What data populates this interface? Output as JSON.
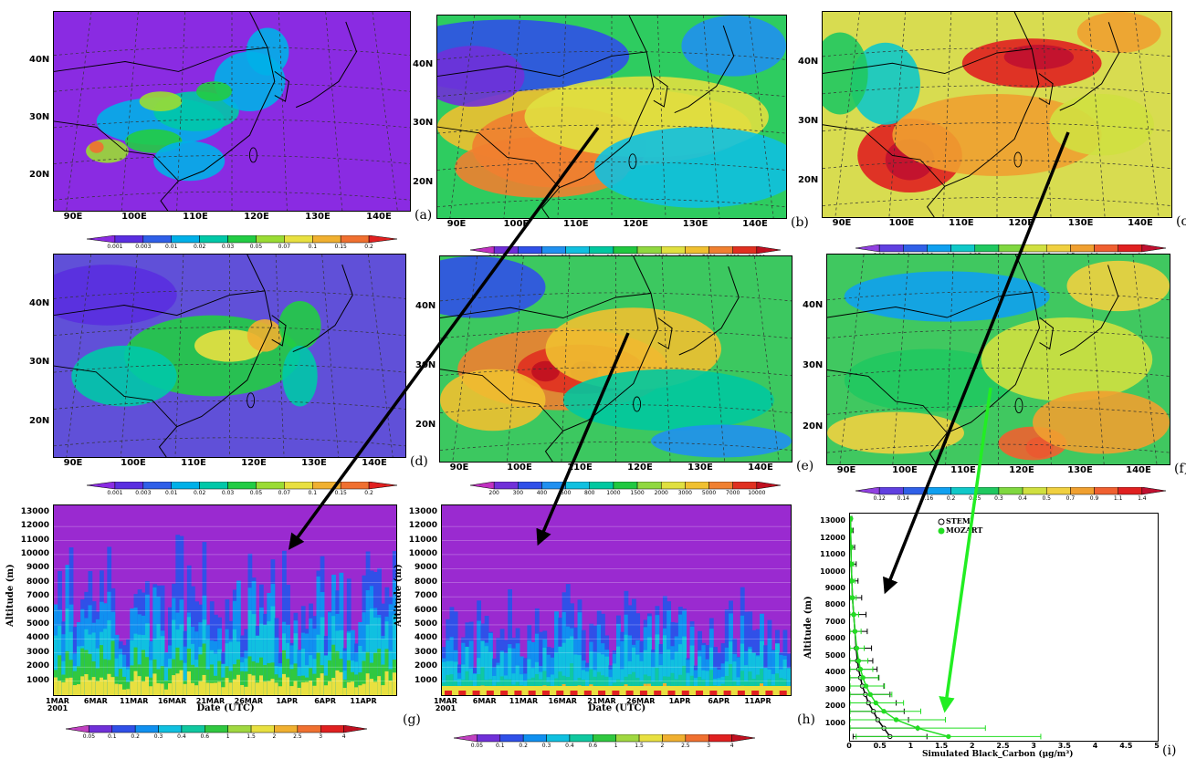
{
  "maps": {
    "a": {
      "label": "(a)",
      "lat_labels": [
        "40N",
        "30N",
        "20N"
      ],
      "lon_labels": [
        "90E",
        "100E",
        "110E",
        "120E",
        "130E",
        "140E"
      ],
      "palette": "a"
    },
    "b": {
      "label": "(b)",
      "lat_labels": [
        "40N",
        "30N",
        "20N"
      ],
      "lon_labels": [
        "90E",
        "100E",
        "110E",
        "120E",
        "130E",
        "140E"
      ],
      "palette": "b"
    },
    "c": {
      "label": "(c)",
      "lat_labels": [
        "40N",
        "30N",
        "20N"
      ],
      "lon_labels": [
        "90E",
        "100E",
        "110E",
        "120E",
        "130E",
        "140E"
      ],
      "palette": "c"
    },
    "d": {
      "label": "(d)",
      "lat_labels": [
        "40N",
        "30N",
        "20N"
      ],
      "lon_labels": [
        "90E",
        "100E",
        "110E",
        "120E",
        "130E",
        "140E"
      ],
      "palette": "d"
    },
    "e": {
      "label": "(e)",
      "lat_labels": [
        "40N",
        "30N",
        "20N"
      ],
      "lon_labels": [
        "90E",
        "100E",
        "110E",
        "120E",
        "130E",
        "140E"
      ],
      "palette": "e"
    },
    "f": {
      "label": "(f)",
      "lat_labels": [
        "40N",
        "30N",
        "20N"
      ],
      "lon_labels": [
        "90E",
        "100E",
        "110E",
        "120E",
        "130E",
        "140E"
      ],
      "palette": "f"
    }
  },
  "colorbars": {
    "bc": [
      "0.001",
      "0.003",
      "0.01",
      "0.02",
      "0.03",
      "0.05",
      "0.07",
      "0.1",
      "0.15",
      "0.2"
    ],
    "co": [
      "200",
      "300",
      "400",
      "600",
      "800",
      "1000",
      "1500",
      "2000",
      "3000",
      "5000",
      "7000",
      "10000"
    ],
    "ratio": [
      "0.12",
      "0.14",
      "0.16",
      "0.2",
      "0.25",
      "0.3",
      "0.4",
      "0.5",
      "0.7",
      "0.9",
      "1.1",
      "1.4"
    ],
    "prof": [
      "0.05",
      "0.1",
      "0.2",
      "0.3",
      "0.4",
      "0.6",
      "1",
      "1.5",
      "2",
      "2.5",
      "3",
      "4"
    ]
  },
  "colors": {
    "bc": [
      "#8a2be2",
      "#5a2ee0",
      "#2f5fe8",
      "#00b0e8",
      "#00c8a8",
      "#22cc44",
      "#9adc34",
      "#e8e040",
      "#f0b030",
      "#f07030",
      "#e02020"
    ],
    "co": [
      "#c030c0",
      "#7030d8",
      "#3050e8",
      "#2090f0",
      "#10c0e0",
      "#00c8a0",
      "#20c840",
      "#90d840",
      "#e0e040",
      "#f0c030",
      "#f08030",
      "#e03020",
      "#c01020"
    ],
    "ratio": [
      "#9040e0",
      "#6040e0",
      "#3060e8",
      "#10a0f0",
      "#10c8c8",
      "#20c860",
      "#80d840",
      "#d0e040",
      "#f0d040",
      "#f0a030",
      "#f06030",
      "#e02020",
      "#c01030"
    ],
    "prof": [
      "#c040c0",
      "#7030d8",
      "#3050e8",
      "#1090f0",
      "#10c0e0",
      "#10c8a0",
      "#30c840",
      "#a0d840",
      "#e8e040",
      "#f0b030",
      "#f07030",
      "#e02020",
      "#c01020"
    ]
  },
  "timeseries": {
    "g": {
      "label": "(g)",
      "ylabel": "Altitude (m)",
      "xlabel": "Date (UTC)",
      "y_ticks": [
        "1000",
        "2000",
        "3000",
        "4000",
        "5000",
        "6000",
        "7000",
        "8000",
        "9000",
        "10000",
        "11000",
        "12000",
        "13000"
      ],
      "x_ticks": [
        "1MAR",
        "6MAR",
        "11MAR",
        "16MAR",
        "21MAR",
        "26MAR",
        "1APR",
        "6APR",
        "11APR"
      ],
      "year": "2001"
    },
    "h": {
      "label": "(h)",
      "ylabel": "Altitude (m)",
      "xlabel": "Date (UTC)",
      "y_ticks": [
        "1000",
        "2000",
        "3000",
        "4000",
        "5000",
        "6000",
        "7000",
        "8000",
        "9000",
        "10000",
        "11000",
        "12000",
        "13000"
      ],
      "x_ticks": [
        "1MAR",
        "6MAR",
        "11MAR",
        "16MAR",
        "21MAR",
        "26MAR",
        "1APR",
        "6APR",
        "11APR"
      ],
      "year": "2001"
    }
  },
  "chart_data": {
    "type": "line",
    "label": "(i)",
    "xlabel": "Simulated Black_Carbon (μg/m³)",
    "ylabel": "Altitude (m)",
    "xlim": [
      0,
      5
    ],
    "ylim": [
      0,
      13500
    ],
    "x_ticks": [
      "0",
      "0.5",
      "1",
      "1.5",
      "2",
      "2.5",
      "3",
      "3.5",
      "4",
      "4.5",
      "5"
    ],
    "y_ticks": [
      "1000",
      "2000",
      "3000",
      "4000",
      "5000",
      "6000",
      "7000",
      "8000",
      "9000",
      "10000",
      "11000",
      "12000",
      "13000"
    ],
    "series": [
      {
        "name": "STEM",
        "color": "#000000",
        "marker": "open-circle",
        "points": [
          [
            0.65,
            250
          ],
          [
            0.55,
            750
          ],
          [
            0.45,
            1250
          ],
          [
            0.38,
            1750
          ],
          [
            0.3,
            2250
          ],
          [
            0.25,
            2750
          ],
          [
            0.2,
            3250
          ],
          [
            0.17,
            3750
          ],
          [
            0.14,
            4250
          ],
          [
            0.12,
            4750
          ],
          [
            0.1,
            5500
          ],
          [
            0.08,
            6500
          ],
          [
            0.06,
            7500
          ],
          [
            0.04,
            8500
          ],
          [
            0.03,
            9500
          ],
          [
            0.02,
            10500
          ],
          [
            0.015,
            11500
          ],
          [
            0.01,
            12500
          ],
          [
            0.01,
            13200
          ]
        ],
        "err": [
          0.6,
          0.55,
          0.5,
          0.5,
          0.45,
          0.4,
          0.35,
          0.3,
          0.3,
          0.25,
          0.25,
          0.2,
          0.2,
          0.15,
          0.1,
          0.08,
          0.06,
          0.04,
          0.02
        ]
      },
      {
        "name": "MOZART",
        "color": "#22dd22",
        "marker": "filled-circle",
        "points": [
          [
            1.6,
            250
          ],
          [
            1.1,
            750
          ],
          [
            0.75,
            1250
          ],
          [
            0.55,
            1750
          ],
          [
            0.42,
            2250
          ],
          [
            0.33,
            2750
          ],
          [
            0.26,
            3250
          ],
          [
            0.21,
            3750
          ],
          [
            0.17,
            4250
          ],
          [
            0.14,
            4750
          ],
          [
            0.11,
            5500
          ],
          [
            0.08,
            6500
          ],
          [
            0.06,
            7500
          ],
          [
            0.04,
            8500
          ],
          [
            0.03,
            9500
          ],
          [
            0.02,
            10500
          ],
          [
            0.015,
            11500
          ],
          [
            0.01,
            12500
          ],
          [
            0.01,
            13200
          ]
        ],
        "err": [
          1.5,
          1.1,
          0.8,
          0.6,
          0.45,
          0.35,
          0.3,
          0.25,
          0.2,
          0.15,
          0.12,
          0.1,
          0.08,
          0.06,
          0.05,
          0.04,
          0.03,
          0.02,
          0.01
        ]
      }
    ]
  }
}
